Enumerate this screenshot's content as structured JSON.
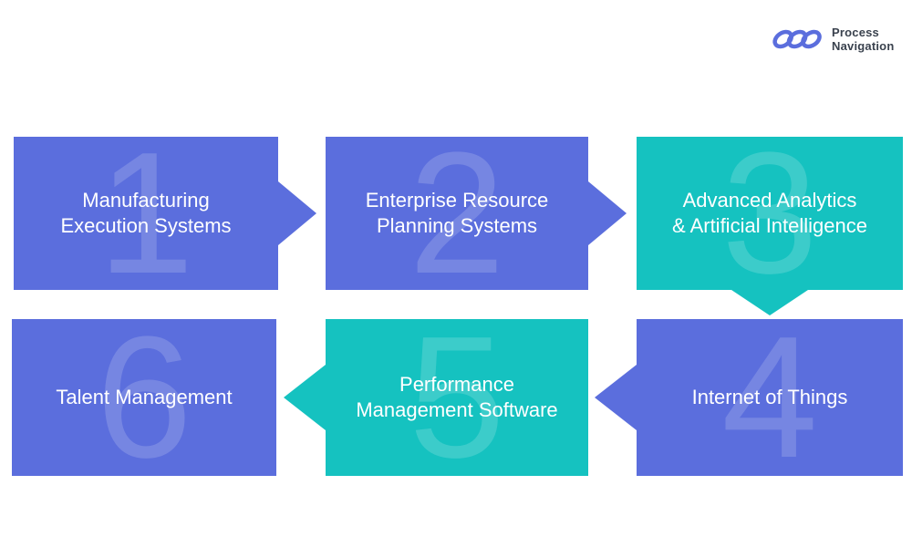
{
  "logo": {
    "icon": "triple-loop-icon",
    "line1": "Process",
    "line2": "Navigation"
  },
  "colors": {
    "purple": "#5b6edd",
    "teal": "#15c2c0",
    "number_overlay": "rgba(255,255,255,0.17)",
    "logo_text": "#3a424e",
    "background": "#ffffff"
  },
  "steps": [
    {
      "number": "1",
      "line1": "Manufacturing",
      "line2": "Execution Systems",
      "color": "purple",
      "arrow": "right"
    },
    {
      "number": "2",
      "line1": "Enterprise Resource",
      "line2": "Planning Systems",
      "color": "purple",
      "arrow": "right"
    },
    {
      "number": "3",
      "line1": "Advanced Analytics",
      "line2": "& Artificial Intelligence",
      "color": "teal",
      "arrow": "down"
    },
    {
      "number": "4",
      "line1": "Internet of Things",
      "line2": "",
      "color": "purple",
      "arrow": "left"
    },
    {
      "number": "5",
      "line1": "Performance",
      "line2": "Management Software",
      "color": "teal",
      "arrow": "left"
    },
    {
      "number": "6",
      "line1": "Talent Management",
      "line2": "",
      "color": "purple",
      "arrow": "none"
    }
  ]
}
